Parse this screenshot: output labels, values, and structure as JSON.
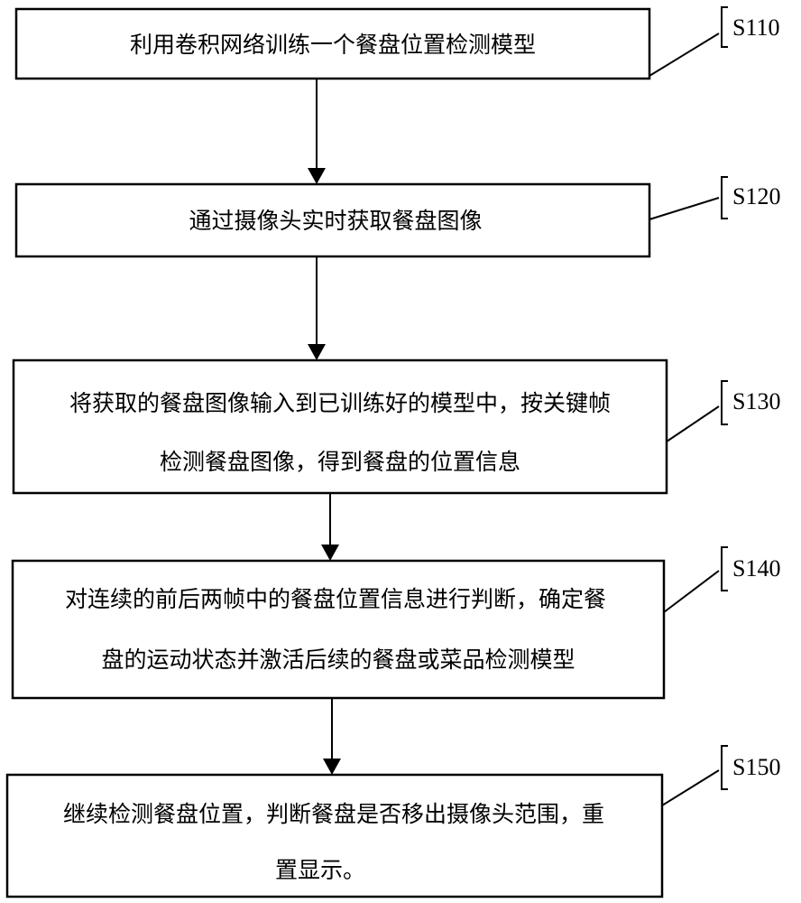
{
  "steps": [
    {
      "label": "S110",
      "lines": [
        "利用卷积网络训练一个餐盘位置检测模型"
      ]
    },
    {
      "label": "S120",
      "lines": [
        "通过摄像头实时获取餐盘图像"
      ]
    },
    {
      "label": "S130",
      "lines": [
        "将获取的餐盘图像输入到已训练好的模型中，按关键帧",
        "检测餐盘图像，得到餐盘的位置信息"
      ]
    },
    {
      "label": "S140",
      "lines": [
        "对连续的前后两帧中的餐盘位置信息进行判断，确定餐",
        "盘的运动状态并激活后续的餐盘或菜品检测模型"
      ]
    },
    {
      "label": "S150",
      "lines": [
        "继续检测餐盘位置，判断餐盘是否移出摄像头范围，重",
        "置显示。"
      ]
    }
  ]
}
